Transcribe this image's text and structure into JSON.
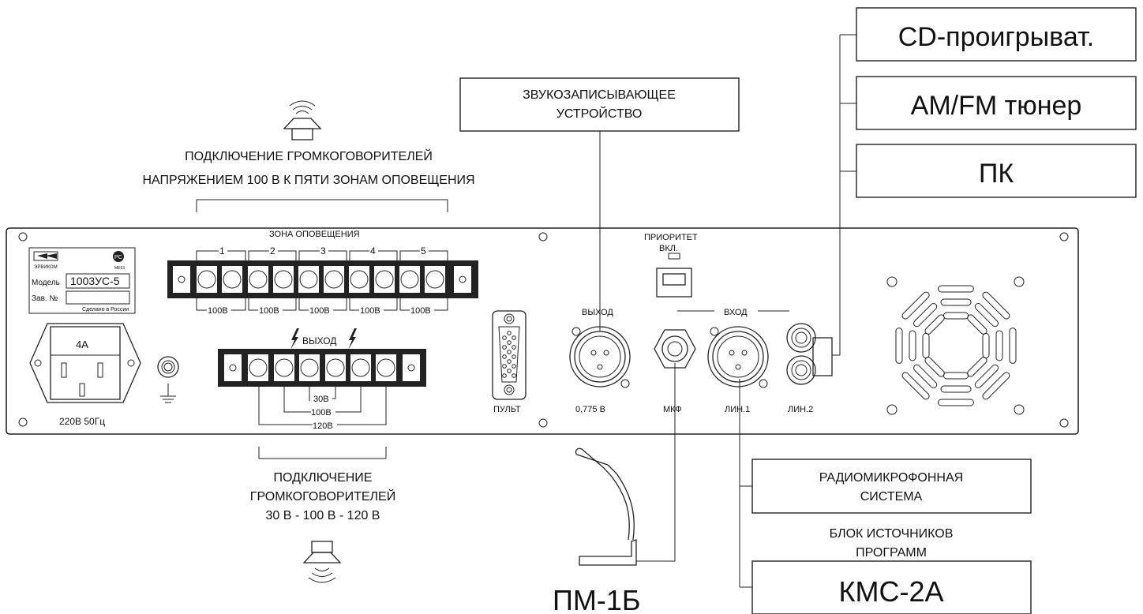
{
  "devices": {
    "recorder": "ЗВУКОЗАПИСЫВАЮЩЕЕ\nУСТРОЙСТВО",
    "cd": "CD-проигрыват.",
    "tuner": "AM/FM тюнер",
    "pc": "ПК",
    "radiomic": "РАДИОМИКРОФОННАЯ\nСИСТЕМА",
    "block_caption": "БЛОК ИСТОЧНИКОВ\nПРОГРАММ",
    "kms": "КМС-2А",
    "mic": "ПМ-1Б"
  },
  "captions": {
    "zones_connection": "ПОДКЛЮЧЕНИЕ ГРОМКОГОВОРИТЕЛЕЙ\nНАПРЯЖЕНИЕМ 100 В К ПЯТИ ЗОНАМ ОПОВЕЩЕНИЯ",
    "speakers_connection": "ПОДКЛЮЧЕНИЕ\nГРОМКОГОВОРИТЕЛЕЙ\n30 В - 100 В - 120 В"
  },
  "panel": {
    "zone_title": "ЗОНА ОПОВЕЩЕНИЯ",
    "zone_numbers": [
      "1",
      "2",
      "3",
      "4",
      "5"
    ],
    "zone_voltage": "100В",
    "output_title": "ВЫХОД",
    "taps": [
      "30В",
      "100В",
      "120В"
    ],
    "priority": "ПРИОРИТЕТ\nВКЛ.",
    "vyhod": "ВЫХОД",
    "vhod": "ВХОД",
    "pult": "ПУЛЬТ",
    "out_level": "0,775 В",
    "mkf": "МКФ",
    "lin1": "ЛИН.1",
    "lin2": "ЛИН.2",
    "fuse": "4A",
    "power": "220В 50Гц"
  },
  "nameplate": {
    "brand": "ЭРВИКОМ",
    "cert": "МЕ63",
    "model_label": "Модель",
    "model": "1003УС-5",
    "serial_label": "Зав. №",
    "made": "Сделано в России"
  }
}
